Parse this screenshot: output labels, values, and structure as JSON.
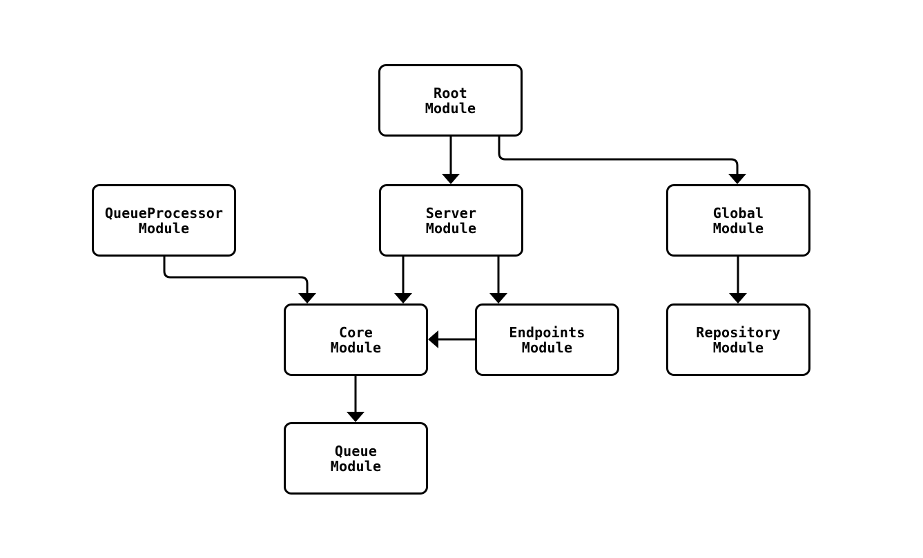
{
  "diagram": {
    "type": "module-dependency-flowchart",
    "background": "#ffffff",
    "colors": {
      "stroke": "#000000",
      "node_fill": "#ffffff",
      "text": "#000000"
    },
    "nodes": [
      {
        "id": "root",
        "line1": "Root",
        "line2": "Module"
      },
      {
        "id": "queueprocessor",
        "line1": "QueueProcessor",
        "line2": "Module"
      },
      {
        "id": "server",
        "line1": "Server",
        "line2": "Module"
      },
      {
        "id": "global",
        "line1": "Global",
        "line2": "Module"
      },
      {
        "id": "core",
        "line1": "Core",
        "line2": "Module"
      },
      {
        "id": "endpoints",
        "line1": "Endpoints",
        "line2": "Module"
      },
      {
        "id": "repository",
        "line1": "Repository",
        "line2": "Module"
      },
      {
        "id": "queue",
        "line1": "Queue",
        "line2": "Module"
      }
    ],
    "edges": [
      {
        "from": "root",
        "to": "server"
      },
      {
        "from": "root",
        "to": "global"
      },
      {
        "from": "queueprocessor",
        "to": "core"
      },
      {
        "from": "server",
        "to": "core"
      },
      {
        "from": "server",
        "to": "endpoints"
      },
      {
        "from": "endpoints",
        "to": "core"
      },
      {
        "from": "global",
        "to": "repository"
      },
      {
        "from": "core",
        "to": "queue"
      }
    ]
  }
}
